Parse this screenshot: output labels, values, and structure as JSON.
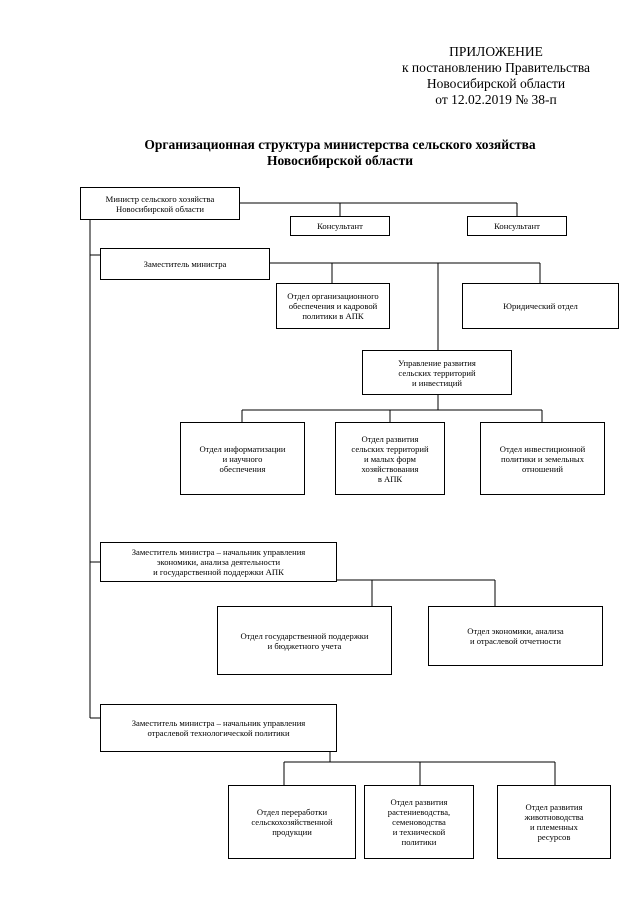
{
  "header": {
    "line1": "ПРИЛОЖЕНИЕ",
    "line2": "к постановлению Правительства",
    "line3": "Новосибирской области",
    "line4": "от 12.02.2019  № 38-п"
  },
  "title": {
    "line1": "Организационная структура министерства сельского хозяйства",
    "line2": "Новосибирской области"
  },
  "boxes": {
    "minister": "Министр сельского хозяйства\nНовосибирской области",
    "consultant1": "Консультант",
    "consultant2": "Консультант",
    "deputy1": "Заместитель министра",
    "org_dept": "Отдел организационного\nобеспечения и кадровой\nполитики в АПК",
    "legal_dept": "Юридический отдел",
    "rural_admin": "Управление развития\nсельских территорий\nи инвестиций",
    "it_dept": "Отдел информатизации\nи научного\nобеспечения",
    "rural_dept": "Отдел развития\nсельских территорий\nи малых форм\nхозяйствования\nв АПК",
    "invest_dept": "Отдел инвестиционной\nполитики и земельных\nотношений",
    "deputy2": "Заместитель министра – начальник управления\nэкономики, анализа деятельности\nи государственной поддержки АПК",
    "support_dept": "Отдел государственной поддержки\nи бюджетного учета",
    "econ_dept": "Отдел экономики, анализа\nи отраслевой отчетности",
    "deputy3": "Заместитель министра – начальник управления\nотраслевой технологической политики",
    "processing_dept": "Отдел переработки\nсельскохозяйственной\nпродукции",
    "crop_dept": "Отдел развития\nрастениеводства,\nсеменоводства\nи технической\nполитики",
    "livestock_dept": "Отдел развития\nживотноводства\nи племенных\nресурсов"
  }
}
